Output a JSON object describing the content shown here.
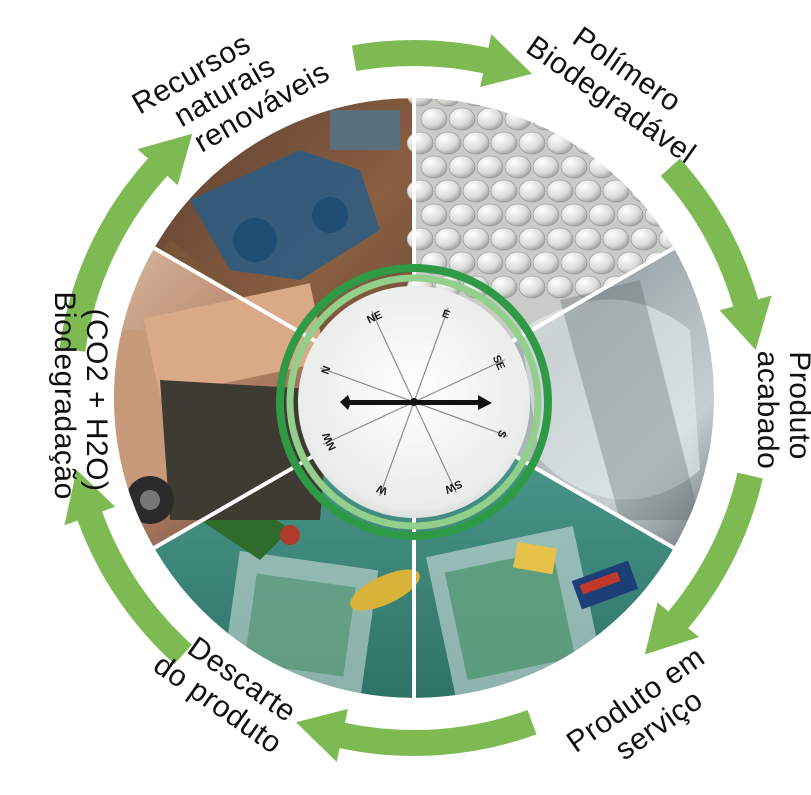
{
  "stages": [
    {
      "id": "recursos",
      "lines": [
        "Recursos",
        "naturais",
        "renováveis"
      ]
    },
    {
      "id": "polimero",
      "lines": [
        "Polímero",
        "Biodegradável"
      ]
    },
    {
      "id": "produto-acabado",
      "lines": [
        "Produto",
        "acabado"
      ]
    },
    {
      "id": "produto-servico",
      "lines": [
        "Produto em",
        "serviço"
      ]
    },
    {
      "id": "descarte",
      "lines": [
        "Descarte",
        "do produto"
      ]
    },
    {
      "id": "biodegradacao",
      "lines": [
        "Biodegradação",
        "(CO2 + H2O)"
      ]
    }
  ],
  "compass": {
    "labels": [
      "N",
      "NE",
      "E",
      "SE",
      "S",
      "SW",
      "W",
      "NW"
    ]
  },
  "colors": {
    "arrow": "#7dba52",
    "ring": "#3f9c46",
    "ring_light": "#8fd08a"
  }
}
